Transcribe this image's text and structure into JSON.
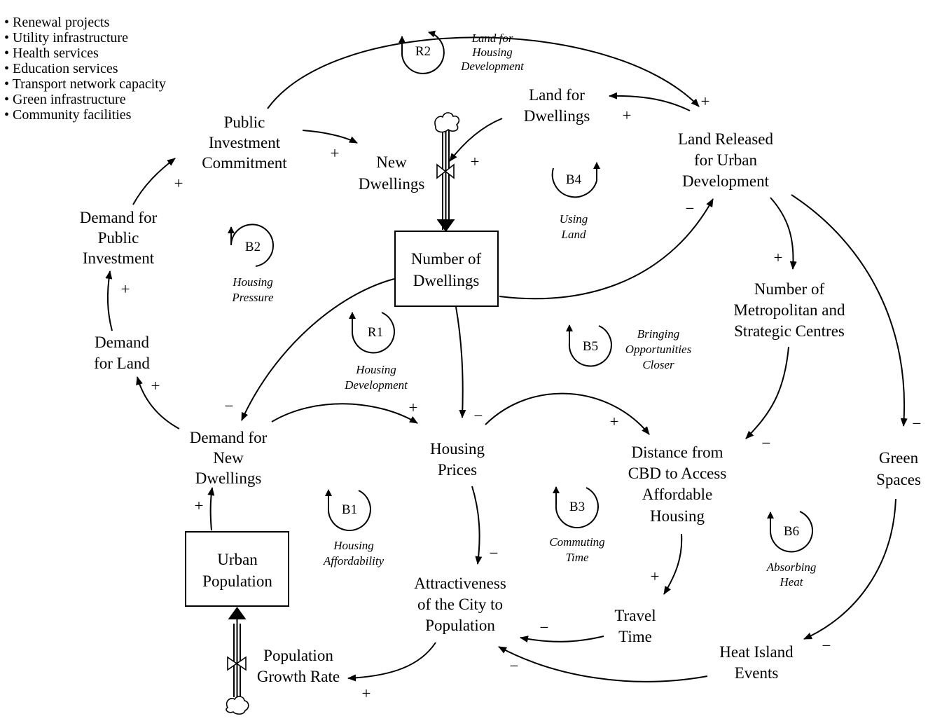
{
  "notes": [
    "• Renewal projects",
    "• Utility infrastructure",
    "• Health services",
    "• Education services",
    "• Transport network capacity",
    "• Green infrastructure",
    "• Community facilities"
  ],
  "nodes": {
    "public_investment": [
      "Public",
      "Investment",
      "Commitment"
    ],
    "new_dwellings": [
      "New",
      "Dwellings"
    ],
    "land_for_dwellings": [
      "Land for",
      "Dwellings"
    ],
    "land_released": [
      "Land Released",
      "for Urban",
      "Development"
    ],
    "demand_public_investment": [
      "Demand for",
      "Public",
      "Investment"
    ],
    "number_of_dwellings": [
      "Number of",
      "Dwellings"
    ],
    "number_of_centres": [
      "Number of",
      "Metropolitan and",
      "Strategic Centres"
    ],
    "demand_for_land": [
      "Demand",
      "for Land"
    ],
    "demand_new_dwellings": [
      "Demand for",
      "New",
      "Dwellings"
    ],
    "housing_prices": [
      "Housing",
      "Prices"
    ],
    "distance_cbd": [
      "Distance from",
      "CBD to Access",
      "Affordable",
      "Housing"
    ],
    "green_spaces": [
      "Green",
      "Spaces"
    ],
    "urban_population": [
      "Urban",
      "Population"
    ],
    "attractiveness": [
      "Attractiveness",
      "of the City to",
      "Population"
    ],
    "travel_time": [
      "Travel",
      "Time"
    ],
    "heat_island": [
      "Heat Island",
      "Events"
    ],
    "population_growth_rate": [
      "Population",
      "Growth Rate"
    ]
  },
  "loops": {
    "r2": {
      "id": "R2",
      "name": [
        "Land for",
        "Housing",
        "Development"
      ]
    },
    "b4": {
      "id": "B4",
      "name": [
        "Using",
        "Land"
      ]
    },
    "b2": {
      "id": "B2",
      "name": [
        "Housing",
        "Pressure"
      ]
    },
    "r1": {
      "id": "R1",
      "name": [
        "Housing",
        "Development"
      ]
    },
    "b5": {
      "id": "B5",
      "name": [
        "Bringing",
        "Opportunities",
        "Closer"
      ]
    },
    "b1": {
      "id": "B1",
      "name": [
        "Housing",
        "Affordability"
      ]
    },
    "b3": {
      "id": "B3",
      "name": [
        "Commuting",
        "Time"
      ]
    },
    "b6": {
      "id": "B6",
      "name": [
        "Absorbing",
        "Heat"
      ]
    }
  },
  "polarity": {
    "plus": "+",
    "minus": "−"
  }
}
